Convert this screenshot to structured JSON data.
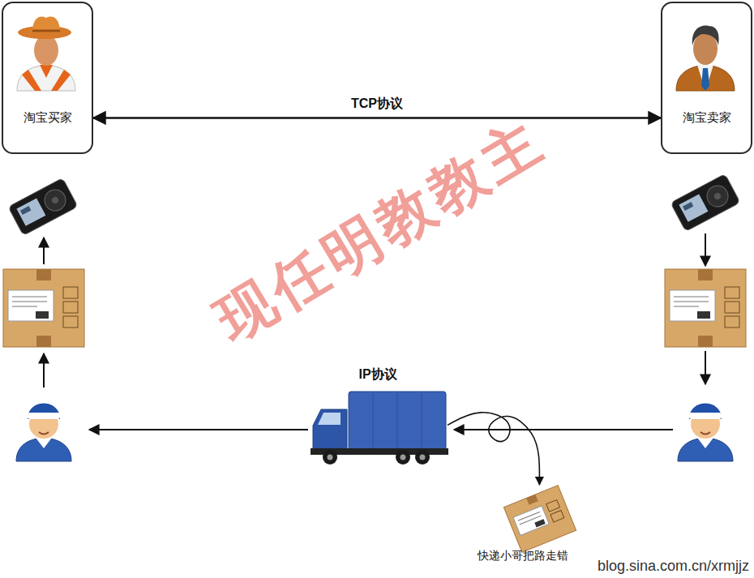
{
  "diagram": {
    "nodes": [
      {
        "text": [
          "淘宝买家"
        ]
      },
      {
        "text": [
          "淘宝卖家"
        ]
      },
      {
        "text": [
          "IP协议"
        ]
      },
      {
        "text": [
          "快递小哥把路走错"
        ]
      }
    ],
    "edges": [
      {
        "from": 0,
        "to": 1,
        "label": "TCP协议",
        "arrow": "both"
      },
      {
        "from": 2,
        "to": 3,
        "arrow": "to"
      }
    ],
    "labels": [
      "现任明教教主",
      "blog.sina.com.cn/xrmjjz"
    ]
  }
}
